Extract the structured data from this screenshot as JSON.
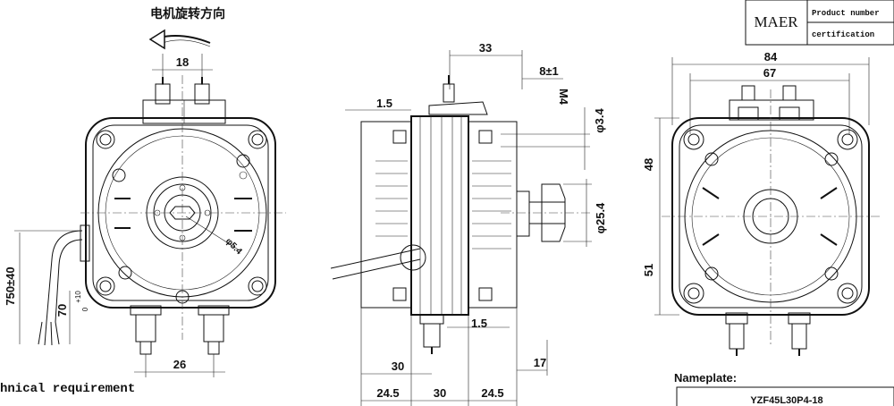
{
  "rotation_label": "电机旋转方向",
  "title_block": {
    "brand": "MAER",
    "product_number_label": "Product number",
    "certification_label": "certification"
  },
  "front_view": {
    "dim_terminal_top": "18",
    "dim_terminal_bottom": "26",
    "dim_cable": "750±40",
    "dim_strip": "70",
    "dim_strip_tol_upper": "+10",
    "dim_strip_tol_lower": "0",
    "dim_shaft_dia": "φ5.4"
  },
  "side_view": {
    "dim_33": "33",
    "dim_8": "8±1",
    "dim_m4": "M4",
    "dim_1_5_top": "1.5",
    "dim_1_5_bottom": "1.5",
    "dim_phi_3_4": "φ3.4",
    "dim_phi_25_4": "φ25.4",
    "dim_30": "30",
    "dim_17": "17",
    "dim_24_5_left": "24.5",
    "dim_30_bottom": "30",
    "dim_24_5_right": "24.5"
  },
  "rear_view": {
    "dim_84": "84",
    "dim_67": "67",
    "dim_48": "48",
    "dim_51": "51"
  },
  "technical_requirement": "hnical requirement",
  "nameplate": {
    "label": "Nameplate:",
    "model": "YZF45L30P4-18"
  }
}
